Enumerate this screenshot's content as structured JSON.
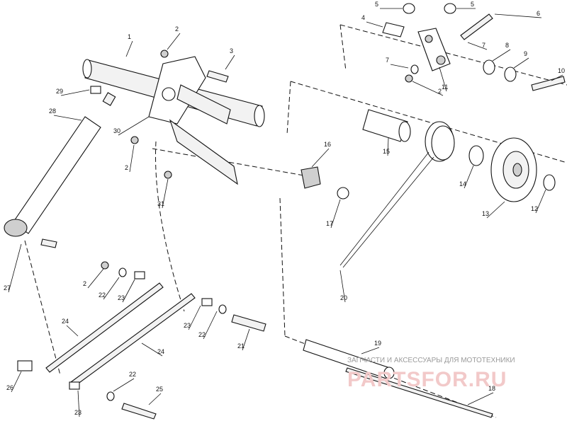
{
  "diagram": {
    "callouts": [
      "1",
      "2",
      "2",
      "2",
      "2",
      "3",
      "4",
      "5",
      "5",
      "6",
      "7",
      "7",
      "8",
      "9",
      "10",
      "11",
      "12",
      "13",
      "14",
      "15",
      "16",
      "17",
      "18",
      "19",
      "20",
      "21",
      "22",
      "22",
      "22",
      "23",
      "23",
      "23",
      "24",
      "24",
      "25",
      "26",
      "27",
      "28",
      "29",
      "30",
      "31"
    ],
    "watermark_caption": "ЗАПЧАСТИ И АКСЕССУАРЫ ДЛЯ МОТОТЕХНИКИ",
    "watermark_logo": "PARTSFOR.RU"
  }
}
